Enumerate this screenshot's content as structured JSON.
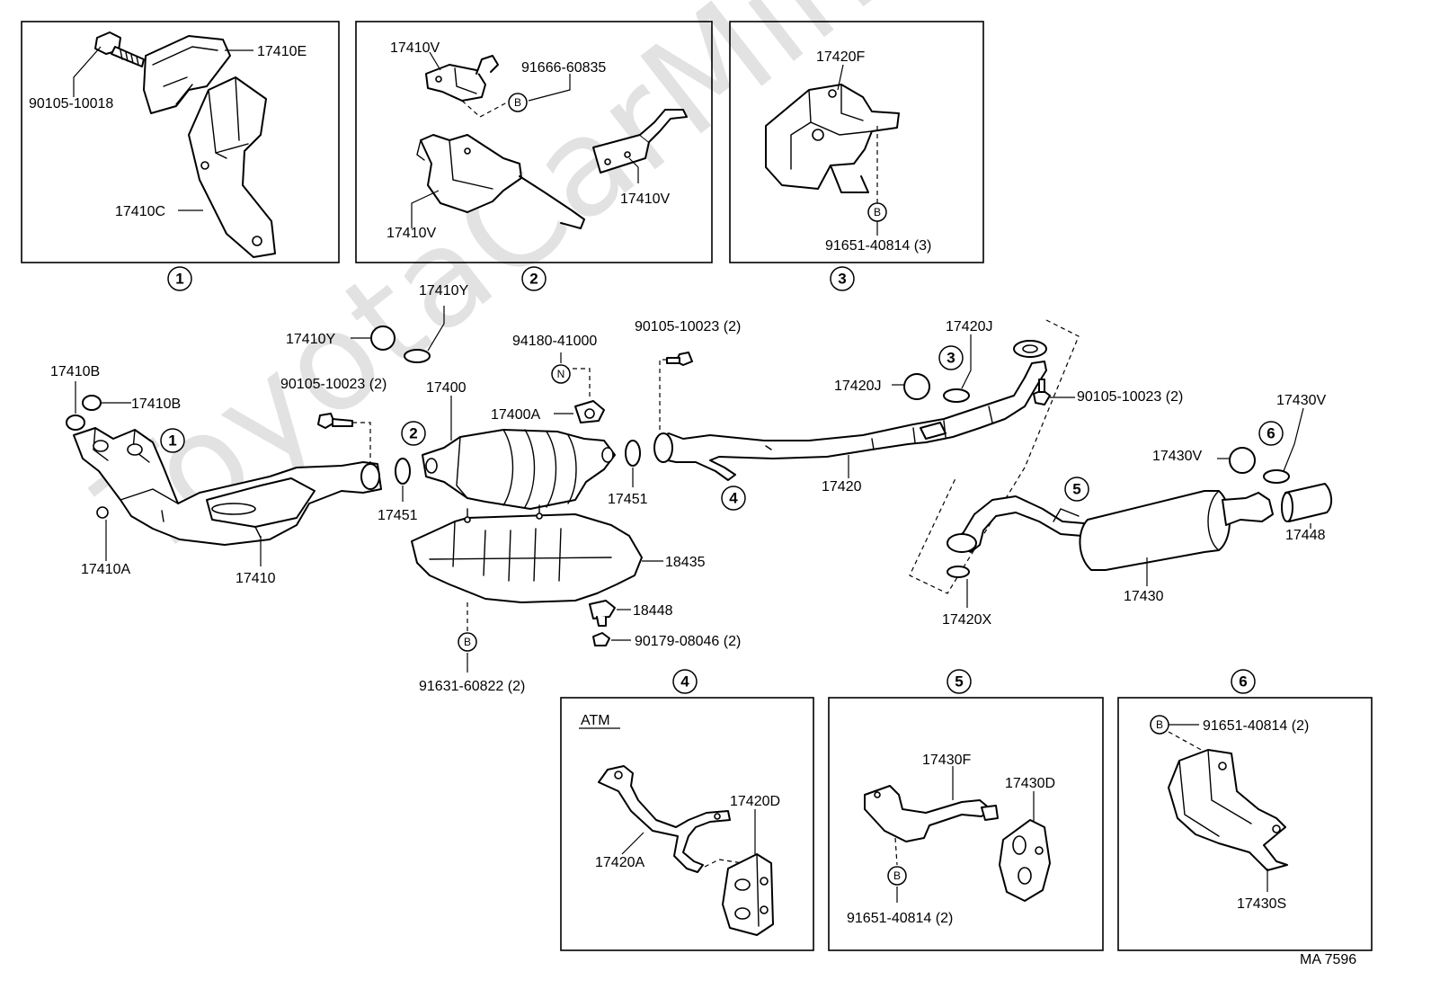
{
  "watermark": "ToyotaCarMine.ru",
  "diagram_code": "MA 7596",
  "circle_labels": {
    "c1": "1",
    "c2": "2",
    "c3": "3",
    "c4": "4",
    "c5": "5",
    "c6": "6"
  },
  "inset_atm_label": "ATM",
  "callout_marks": {
    "b": "B",
    "n": "N"
  },
  "parts": {
    "p90105_10018": "90105-10018",
    "p17410E": "17410E",
    "p17410C": "17410C",
    "p17410V_a": "17410V",
    "p91666_60835": "91666-60835",
    "p17410V_b": "17410V",
    "p17410V_c": "17410V",
    "p17420F": "17420F",
    "p91651_40814_3": "91651-40814 (3)",
    "p17410Y_a": "17410Y",
    "p17410Y_b": "17410Y",
    "p17410B_a": "17410B",
    "p17410B_b": "17410B",
    "p90105_10023_a": "90105-10023 (2)",
    "p17400": "17400",
    "p94180_41000": "94180-41000",
    "p17400A": "17400A",
    "p90105_10023_b": "90105-10023 (2)",
    "p17420J_a": "17420J",
    "p17420J_b": "17420J",
    "p90105_10023_c": "90105-10023 (2)",
    "p17430V_a": "17430V",
    "p17430V_b": "17430V",
    "p17451_a": "17451",
    "p17451_b": "17451",
    "p17420": "17420",
    "p17448": "17448",
    "p17410A": "17410A",
    "p17410": "17410",
    "p18435": "18435",
    "p18448": "18448",
    "p90179_08046": "90179-08046 (2)",
    "p91631_60822": "91631-60822 (2)",
    "p17430": "17430",
    "p17420X": "17420X",
    "p17420D": "17420D",
    "p17420A": "17420A",
    "p17430F": "17430F",
    "p17430D": "17430D",
    "p91651_40814_5": "91651-40814 (2)",
    "p91651_40814_6": "91651-40814 (2)",
    "p17430S": "17430S"
  }
}
